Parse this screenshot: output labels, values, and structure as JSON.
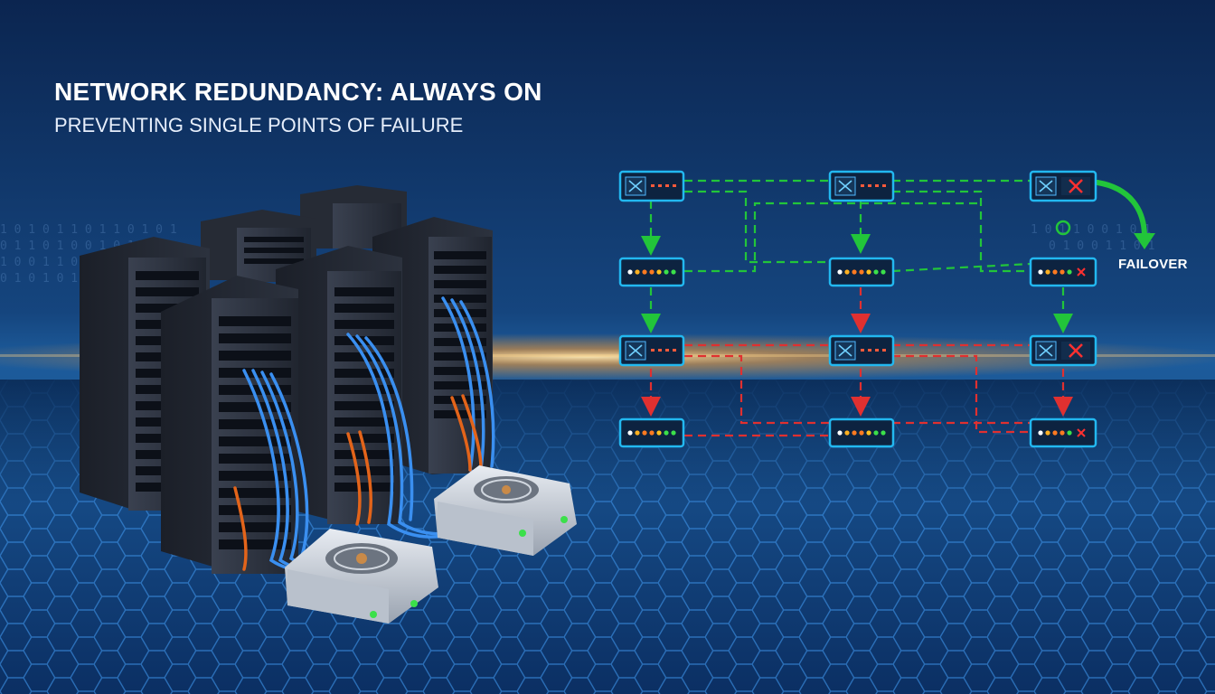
{
  "header": {
    "title": "NETWORK REDUNDANCY: ALWAYS ON",
    "subtitle": "PREVENTING SINGLE POINTS OF FAILURE"
  },
  "diagram": {
    "failover_label": "FAILOVER",
    "status_colors": {
      "healthy": "#22c53a",
      "failed": "#e03030",
      "device_border": "#22b8f0"
    },
    "icons": [
      "switch-icon",
      "failed-x-icon",
      "status-led-icon",
      "arrow-icon"
    ]
  },
  "colors": {
    "background": "#0a2a55",
    "hex_grid": "#2a7ad0",
    "horizon_glow": "#ff9a2a",
    "cable_blue": "#3a8ff0",
    "cable_orange": "#e3641a"
  }
}
